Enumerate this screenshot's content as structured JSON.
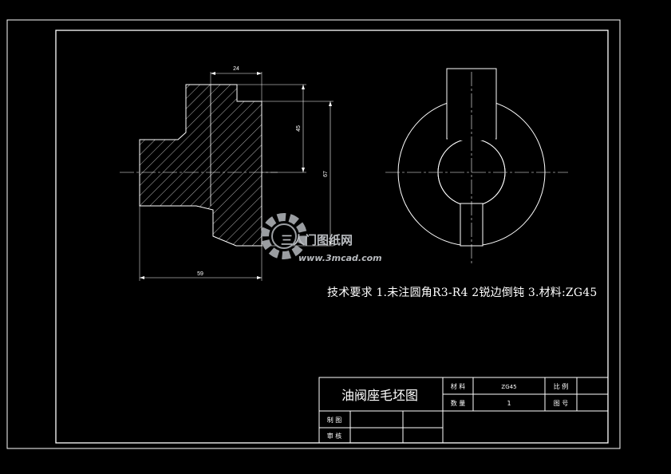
{
  "dimensions": {
    "top_width": "24",
    "height_45": "45",
    "height_67": "67",
    "overall_length": "59"
  },
  "technical_requirements": "技术要求 1.未注圆角R3-R4 2锐边倒钝 3.材料:ZG45",
  "title_block": {
    "drawing_title": "油阀座毛坯图",
    "material_label": "材 料",
    "material_value": "ZG45",
    "scale_label": "比 例",
    "scale_value": "",
    "quantity_label": "数 量",
    "quantity_value": "1",
    "drawing_no_label": "图 号",
    "drawing_no_value": "",
    "drawn_by_label": "制 图",
    "reviewed_by_label": "审 核"
  },
  "watermark": {
    "site": "www.3mcad.com",
    "brand_text": "三人门图纸网"
  },
  "colors": {
    "background": "#000000",
    "lines": "#ffffff",
    "watermark": "#b9bcc0"
  }
}
